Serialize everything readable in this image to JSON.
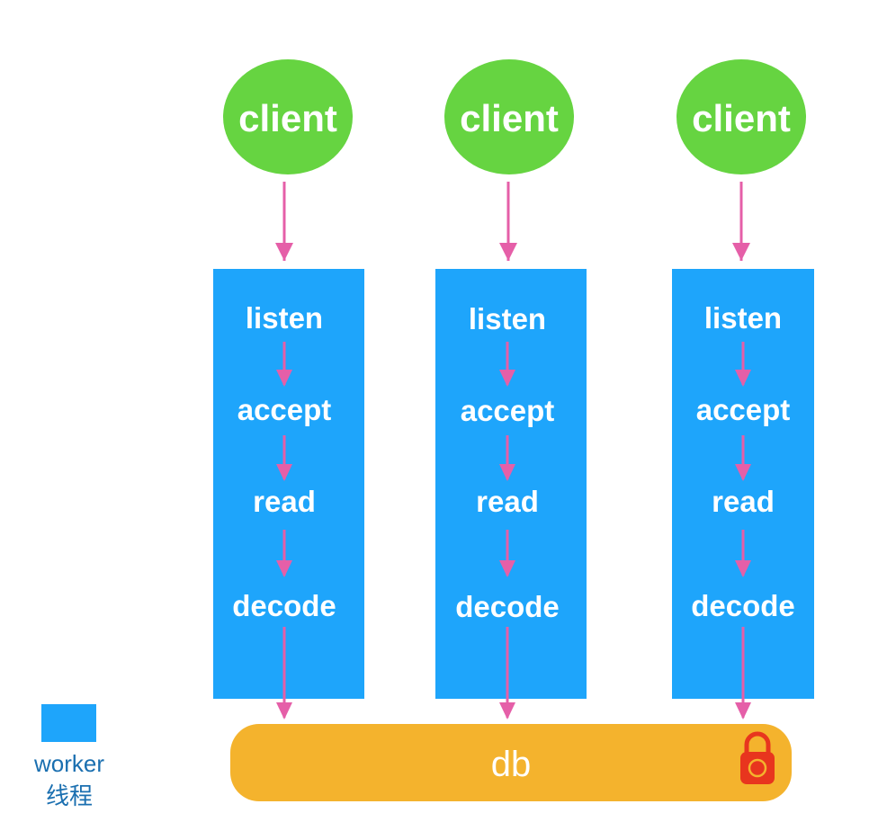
{
  "colors": {
    "client": "#66d441",
    "worker": "#1ea5fb",
    "arrow": "#e55fa8",
    "db": "#f4b32d",
    "lock": "#e8351e",
    "legend_text": "#1a6fb0",
    "label": "#ffffff"
  },
  "columns": [
    {
      "client_label": "client",
      "steps": [
        "listen",
        "accept",
        "read",
        "decode"
      ]
    },
    {
      "client_label": "client",
      "steps": [
        "listen",
        "accept",
        "read",
        "decode"
      ]
    },
    {
      "client_label": "client",
      "steps": [
        "listen",
        "accept",
        "read",
        "decode"
      ]
    }
  ],
  "db": {
    "label": "db",
    "icon": "lock-icon"
  },
  "legend": {
    "label": "worker",
    "label_cn": "线程"
  }
}
